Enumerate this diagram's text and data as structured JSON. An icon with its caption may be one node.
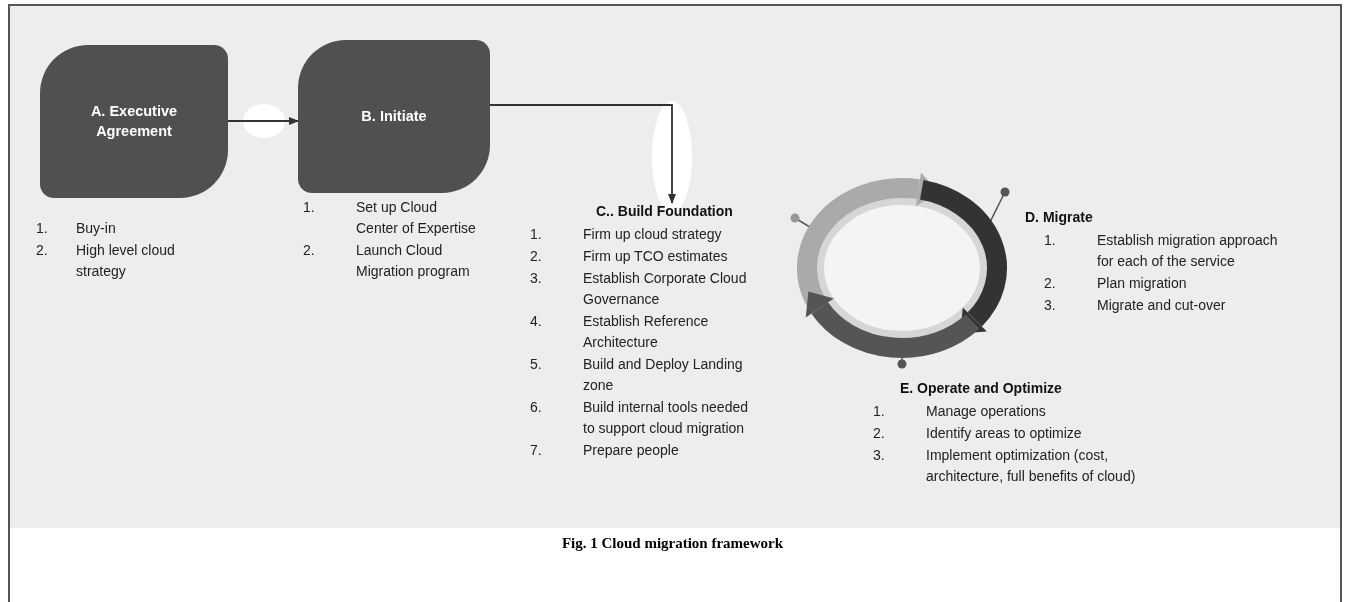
{
  "diagram": {
    "caption": "Fig. 1 Cloud migration framework",
    "nodes": [
      {
        "text": [
          "A. Executive Agreement"
        ],
        "beside": [
          "1.",
          "Buy-in",
          "2.",
          "High level cloud strategy"
        ]
      },
      {
        "text": [
          "B. Initiate"
        ],
        "beside": [
          "1.",
          "Set up Cloud Center of Expertise",
          "2.",
          "Launch Cloud Migration program"
        ]
      },
      {
        "text": [
          "C.. Build Foundation"
        ],
        "beside": [
          "1.",
          "Firm up cloud strategy",
          "2.",
          "Firm up TCO estimates",
          "3.",
          "Establish Corporate Cloud Governance",
          "4.",
          "Establish Reference Architecture",
          "5.",
          "Build and Deploy Landing zone",
          "6.",
          "Build internal tools needed to support cloud migration",
          "7.",
          "Prepare people"
        ]
      }
    ],
    "edges": [
      {
        "from": 0,
        "to": 1,
        "arrow": "to"
      },
      {
        "from": 1,
        "to": 2,
        "arrow": "to"
      }
    ],
    "labels": [
      "D. Migrate",
      "1.",
      "Establish migration approach for each of the service",
      "2.",
      "Plan migration",
      "3.",
      "Migrate and cut-over",
      "E. Operate and Optimize",
      "1.",
      "Manage operations",
      "2.",
      "Identify areas to optimize",
      "3.",
      "Implement optimization (cost, architecture, full benefits of cloud)"
    ]
  }
}
